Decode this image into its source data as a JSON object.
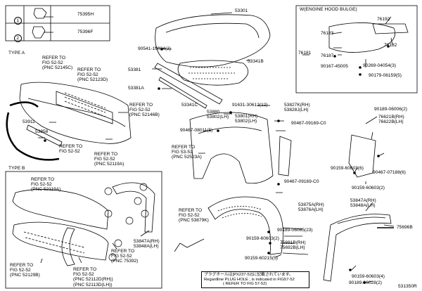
{
  "legend": [
    {
      "index": "①",
      "part": "75395H"
    },
    {
      "index": "②",
      "part": "75396F"
    }
  ],
  "sections": {
    "type_a": "TYPE A",
    "type_b": "TYPE B",
    "hood_bulge": "W(ENGINE HOOD BULGE)"
  },
  "parts": {
    "p53301": "53301",
    "p76192": "76192",
    "p76182": "76182",
    "p76183": "76183",
    "p76181": "76181",
    "p76187": "76187",
    "p90167": "90167-45005",
    "p90269": "90269-04054(3)",
    "p90179": "90179-06159(5)",
    "p90541": "90541-15024(2)",
    "p53381": "53381",
    "p53341B": "53341B",
    "p53381A": "53381A",
    "p53341C": "53341C",
    "p91631": "91631-30612(12)",
    "p53827K": "53827K(RH)\n53828J(LH)",
    "p53880": "53880\n53802(LH)",
    "p53801": "53801(RH)\n53802(LH)",
    "p90467a": "90467-08011(5)",
    "p90467b": "90467-09169-C0",
    "p90467c": "90467-09169-C0",
    "p90189a": "90189-06006(2)",
    "p76621": "76621B(RH)\n76622B(LH)",
    "p90159a": "90159-60603(6)",
    "p90467d": "90467-07188(6)",
    "p90159b": "90159-60603(2)",
    "p53911": "53911",
    "p53858": "53858",
    "p53875": "53875A(RH)\n53876A(LH)",
    "p90189b": "90189-06065(23)",
    "p90159c": "90159-60603(2)",
    "p75691": "75691B(RH)\n75692B(LH)",
    "p90159d": "90159-60215(5)",
    "p53847a": "53847A(RH)\n53848A(LH)",
    "p53847b": "53847A(RH)\n53848A(LH)",
    "p75696": "75696B",
    "p90159e": "90159-60603(4)",
    "p90189c": "90189-06028(2)"
  },
  "refs": {
    "r1": "REFER TO\nFIG 52-52\n(PNC 52145C)",
    "r2": "REFER TO\nFIG 52-52\n(PNC 52123D)",
    "r3": "REFER TO\nFIG 52-52\n(PNC 52146B)",
    "r4": "REFER TO\nFIG 52-52",
    "r5": "REFER TO\nFIG 52-52\n(PNC 52119A)",
    "r6": "REFER TO\nFIG 53-51\n(PNC 52523A)",
    "r7": "REFER TO\nFIG 52-52\n(PNC 52119A)",
    "r8": "REFER TO\nFIG 52-52\n(PNC 52129B)",
    "r9": "REFER TO\nFIG 52-52\n(PNC 75392)",
    "r10": "REFER TO\nFIG 52-52\n(PNC 52112D(RH))\n(PNC 52113D(LH))",
    "r11": "REFER TO\nFIG 52-52\n(PNC 53879K)"
  },
  "note": {
    "jp": "ブラグホールは[PX237-52]に記載されています。",
    "en": "Regardline PLUG HOLE , is indicated in FIG57-52",
    "ref": "( REFER TO FIG 57-52)"
  },
  "circle_marks": {
    "one": "1",
    "two": "2"
  },
  "diagram_id": "531350R"
}
